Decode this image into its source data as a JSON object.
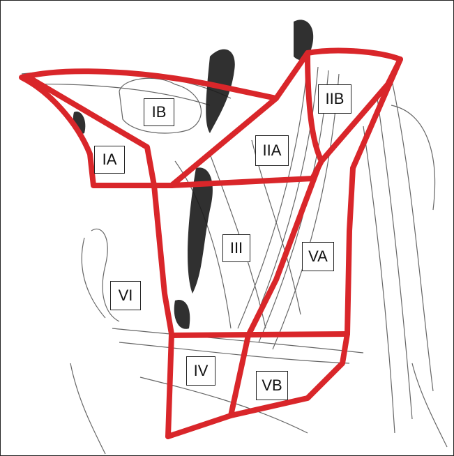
{
  "zone_color": "#d9262a",
  "zones": [
    {
      "id": "IA",
      "label": "IA"
    },
    {
      "id": "IB",
      "label": "IB"
    },
    {
      "id": "IIA",
      "label": "IIA"
    },
    {
      "id": "IIB",
      "label": "IIB"
    },
    {
      "id": "III",
      "label": "III"
    },
    {
      "id": "IV",
      "label": "IV"
    },
    {
      "id": "VA",
      "label": "VA"
    },
    {
      "id": "VB",
      "label": "VB"
    },
    {
      "id": "VI",
      "label": "VI"
    }
  ]
}
